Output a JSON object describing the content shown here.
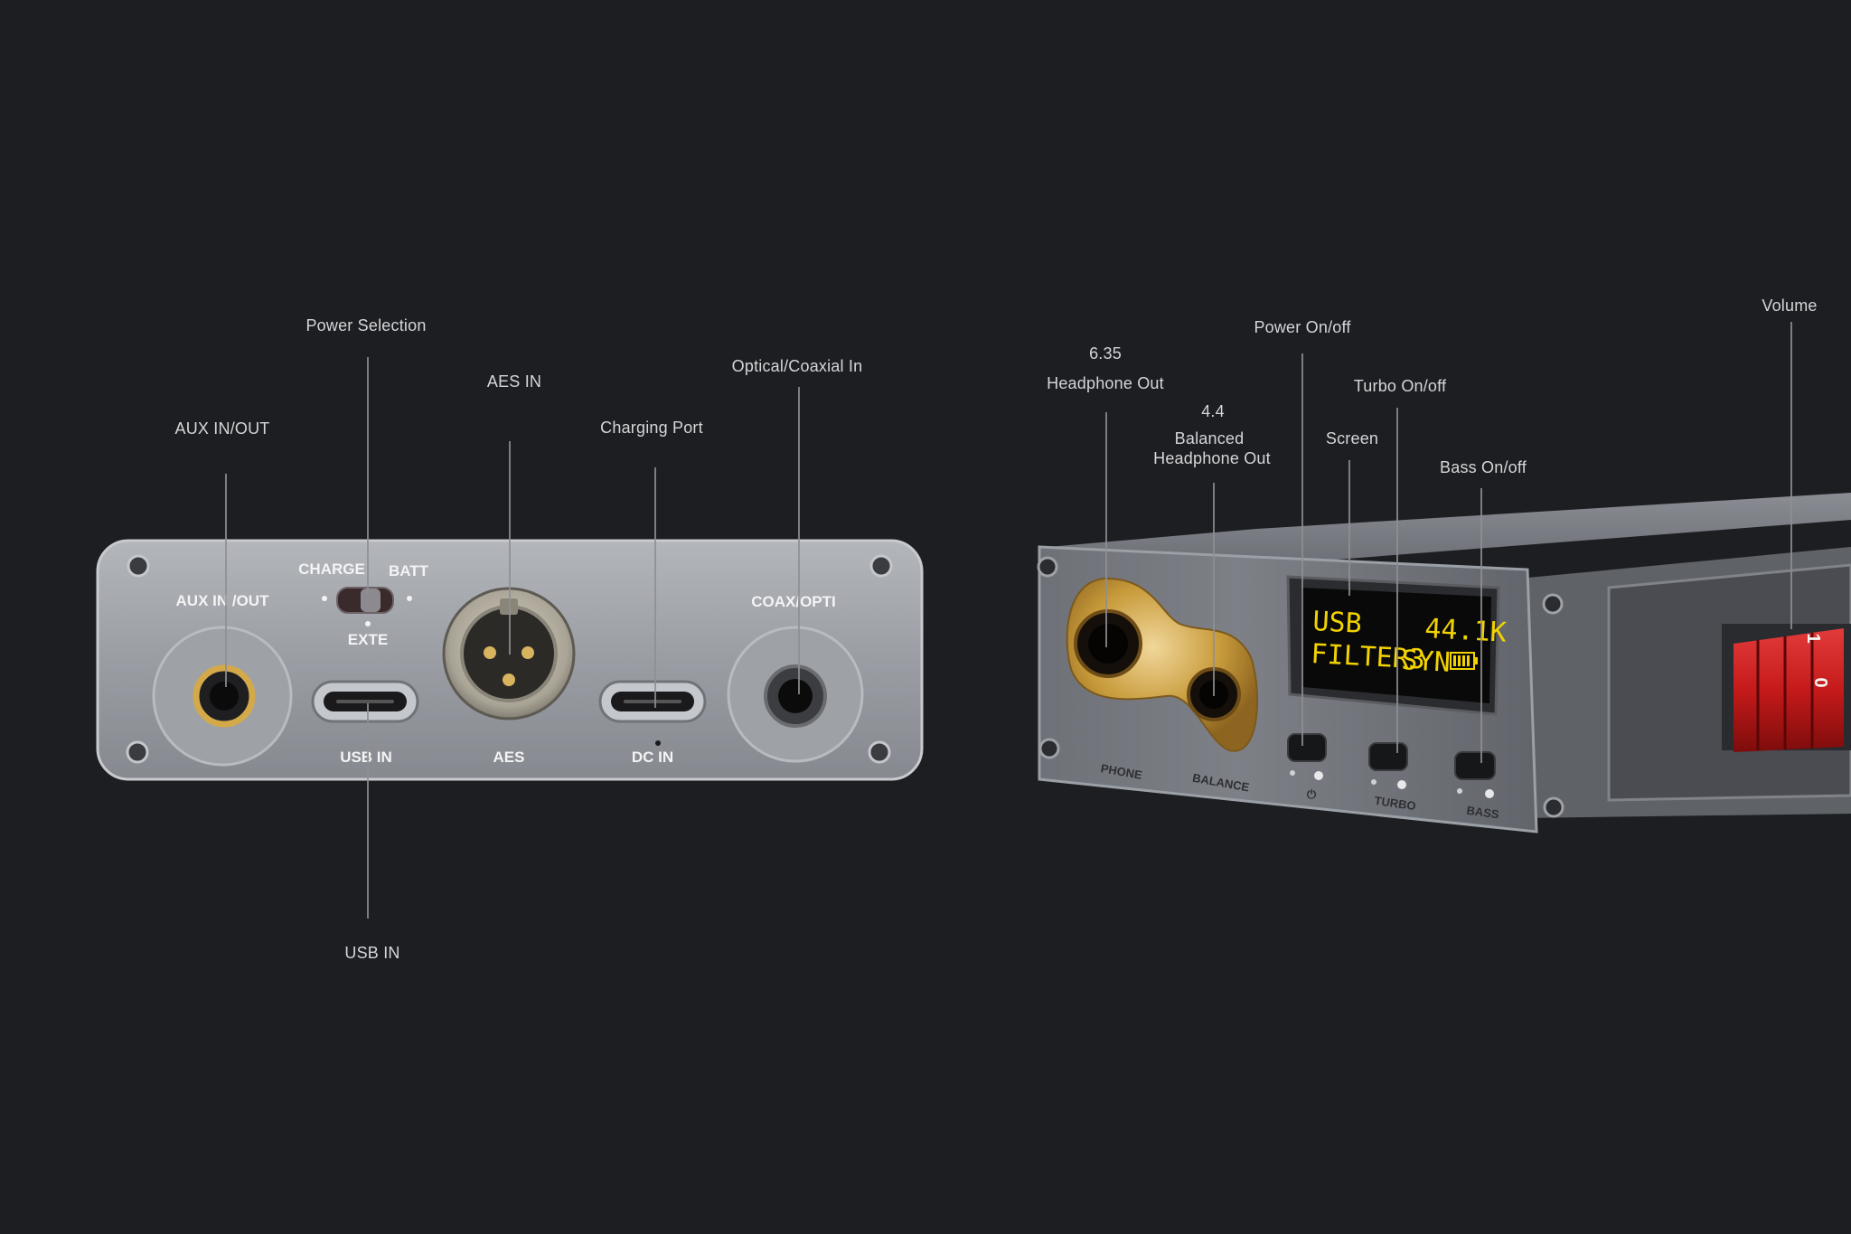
{
  "colors": {
    "background": "#1d1e22",
    "panel": "#9a9da3",
    "label_text": "#d6d6d8",
    "gold": "#c79a3a",
    "oled_text": "#f2d200",
    "volume_red": "#c51a1a"
  },
  "rear_panel": {
    "callouts": {
      "aux": "AUX IN/OUT",
      "power_selection": "Power Selection",
      "aes": "AES IN",
      "charging": "Charging Port",
      "optical": "Optical/Coaxial In",
      "usb": "USB IN"
    },
    "printed": {
      "aux": "AUX IN /OUT",
      "charge": "CHARGE",
      "batt": "BATT",
      "exte": "EXTE",
      "usb_in": "USB IN",
      "aes": "AES",
      "dc_in": "DC IN",
      "coax": "COAX/OPTI"
    }
  },
  "front_panel": {
    "callouts": {
      "size_635": "6.35",
      "headphone_out": "Headphone Out",
      "size_44": "4.4",
      "balanced": "Balanced",
      "balanced_out": "Headphone Out",
      "power": "Power On/off",
      "turbo": "Turbo On/off",
      "screen": "Screen",
      "bass": "Bass On/off",
      "volume": "Volume"
    },
    "printed": {
      "phone": "PHONE",
      "balance": "BALANCE",
      "power_symbol": "⏻",
      "turbo": "TURBO",
      "bass": "BASS"
    },
    "oled": {
      "source": "USB",
      "rate": "44.1K",
      "filter": "FILTER3",
      "sync": "SYN"
    },
    "volume_digits": [
      "1",
      "0"
    ]
  }
}
